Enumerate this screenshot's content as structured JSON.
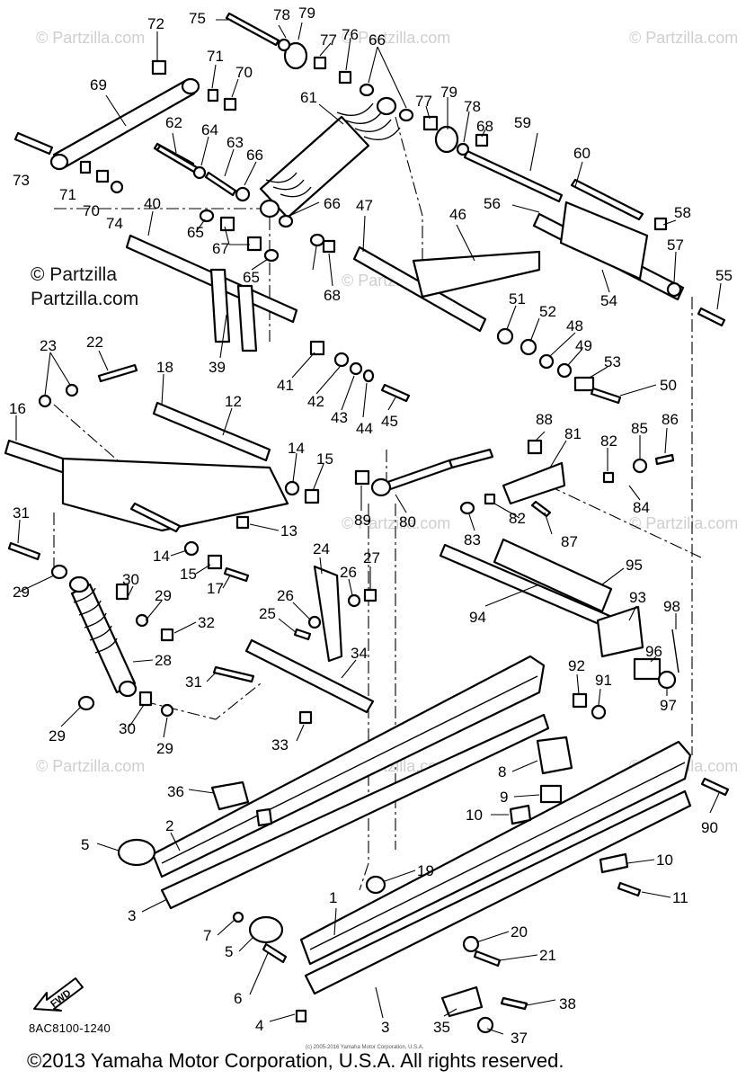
{
  "watermark": {
    "line1": "© Partzilla",
    "line2": "Partzilla.com",
    "repeat": "© Partzilla.com"
  },
  "diagram_code": "8AC8100-1240",
  "copyright": "©2013 Yamaha Motor Corporation, U.S.A. All rights reserved.",
  "tiny_copyright": "(c) 2005-2016 Yamaha Motor Corporation, U.S.A.",
  "fwd_label": "FWD",
  "callouts": [
    {
      "n": "1"
    },
    {
      "n": "2"
    },
    {
      "n": "3"
    },
    {
      "n": "3"
    },
    {
      "n": "4"
    },
    {
      "n": "5"
    },
    {
      "n": "5"
    },
    {
      "n": "6"
    },
    {
      "n": "7"
    },
    {
      "n": "8"
    },
    {
      "n": "9"
    },
    {
      "n": "10"
    },
    {
      "n": "10"
    },
    {
      "n": "11"
    },
    {
      "n": "12"
    },
    {
      "n": "13"
    },
    {
      "n": "14"
    },
    {
      "n": "14"
    },
    {
      "n": "15"
    },
    {
      "n": "15"
    },
    {
      "n": "16"
    },
    {
      "n": "17"
    },
    {
      "n": "18"
    },
    {
      "n": "19"
    },
    {
      "n": "20"
    },
    {
      "n": "21"
    },
    {
      "n": "22"
    },
    {
      "n": "23"
    },
    {
      "n": "24"
    },
    {
      "n": "25"
    },
    {
      "n": "26"
    },
    {
      "n": "26"
    },
    {
      "n": "27"
    },
    {
      "n": "28"
    },
    {
      "n": "29"
    },
    {
      "n": "29"
    },
    {
      "n": "29"
    },
    {
      "n": "29"
    },
    {
      "n": "30"
    },
    {
      "n": "30"
    },
    {
      "n": "31"
    },
    {
      "n": "31"
    },
    {
      "n": "32"
    },
    {
      "n": "33"
    },
    {
      "n": "34"
    },
    {
      "n": "35"
    },
    {
      "n": "36"
    },
    {
      "n": "37"
    },
    {
      "n": "38"
    },
    {
      "n": "39"
    },
    {
      "n": "40"
    },
    {
      "n": "41"
    },
    {
      "n": "42"
    },
    {
      "n": "43"
    },
    {
      "n": "44"
    },
    {
      "n": "45"
    },
    {
      "n": "46"
    },
    {
      "n": "47"
    },
    {
      "n": "48"
    },
    {
      "n": "49"
    },
    {
      "n": "50"
    },
    {
      "n": "51"
    },
    {
      "n": "52"
    },
    {
      "n": "53"
    },
    {
      "n": "54"
    },
    {
      "n": "55"
    },
    {
      "n": "56"
    },
    {
      "n": "57"
    },
    {
      "n": "58"
    },
    {
      "n": "59"
    },
    {
      "n": "60"
    },
    {
      "n": "61"
    },
    {
      "n": "62"
    },
    {
      "n": "63"
    },
    {
      "n": "64"
    },
    {
      "n": "65"
    },
    {
      "n": "65"
    },
    {
      "n": "66"
    },
    {
      "n": "66"
    },
    {
      "n": "66"
    },
    {
      "n": "67"
    },
    {
      "n": "68"
    },
    {
      "n": "68"
    },
    {
      "n": "69"
    },
    {
      "n": "70"
    },
    {
      "n": "70"
    },
    {
      "n": "71"
    },
    {
      "n": "71"
    },
    {
      "n": "72"
    },
    {
      "n": "73"
    },
    {
      "n": "74"
    },
    {
      "n": "75"
    },
    {
      "n": "76"
    },
    {
      "n": "77"
    },
    {
      "n": "77"
    },
    {
      "n": "78"
    },
    {
      "n": "78"
    },
    {
      "n": "79"
    },
    {
      "n": "79"
    },
    {
      "n": "80"
    },
    {
      "n": "81"
    },
    {
      "n": "82"
    },
    {
      "n": "82"
    },
    {
      "n": "83"
    },
    {
      "n": "84"
    },
    {
      "n": "85"
    },
    {
      "n": "86"
    },
    {
      "n": "87"
    },
    {
      "n": "88"
    },
    {
      "n": "89"
    },
    {
      "n": "90"
    },
    {
      "n": "91"
    },
    {
      "n": "92"
    },
    {
      "n": "93"
    },
    {
      "n": "94"
    },
    {
      "n": "95"
    },
    {
      "n": "96"
    },
    {
      "n": "97"
    },
    {
      "n": "98"
    }
  ]
}
